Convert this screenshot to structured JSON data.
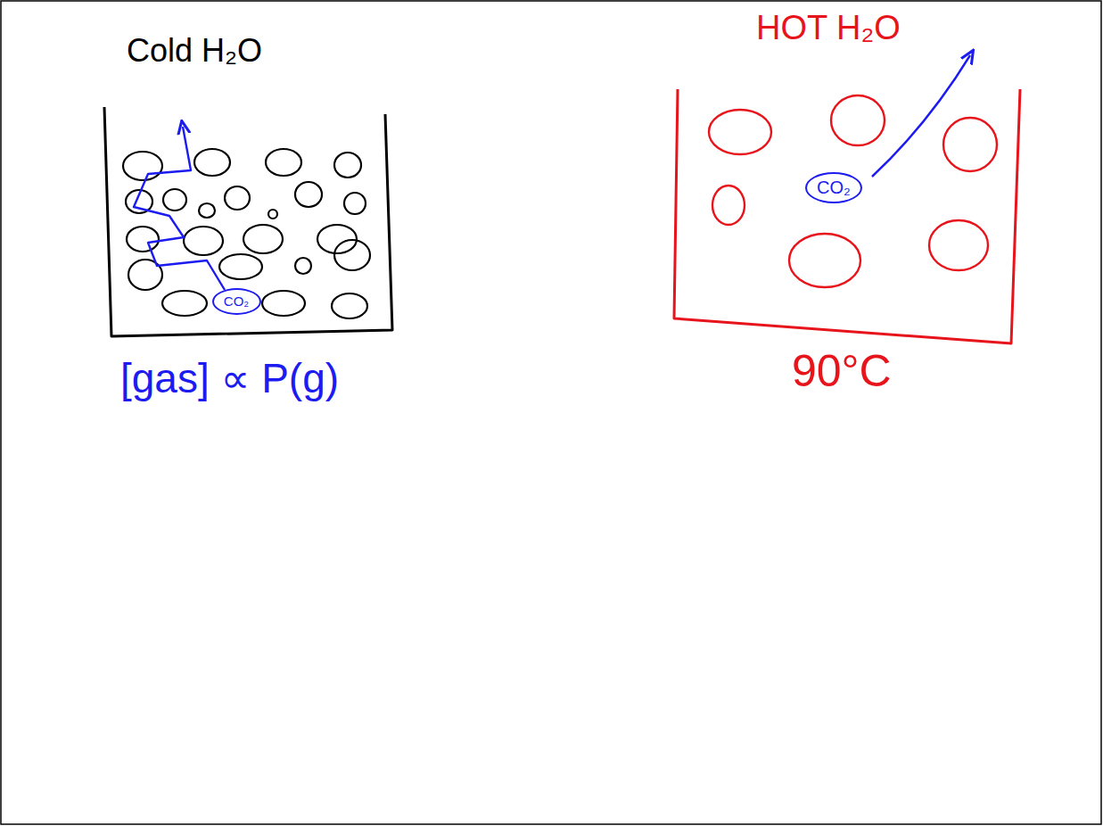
{
  "diagram": {
    "nodes": [
      {
        "text": [
          "Cold H₂O"
        ]
      },
      {
        "text": [
          "CO₂"
        ],
        "in": 0
      },
      {
        "text": [
          "HOT H₂O"
        ]
      },
      {
        "text": [
          "CO₂"
        ],
        "in": 2
      }
    ],
    "labels": [
      "[gas] ∝ P(g)",
      "90°C"
    ]
  }
}
